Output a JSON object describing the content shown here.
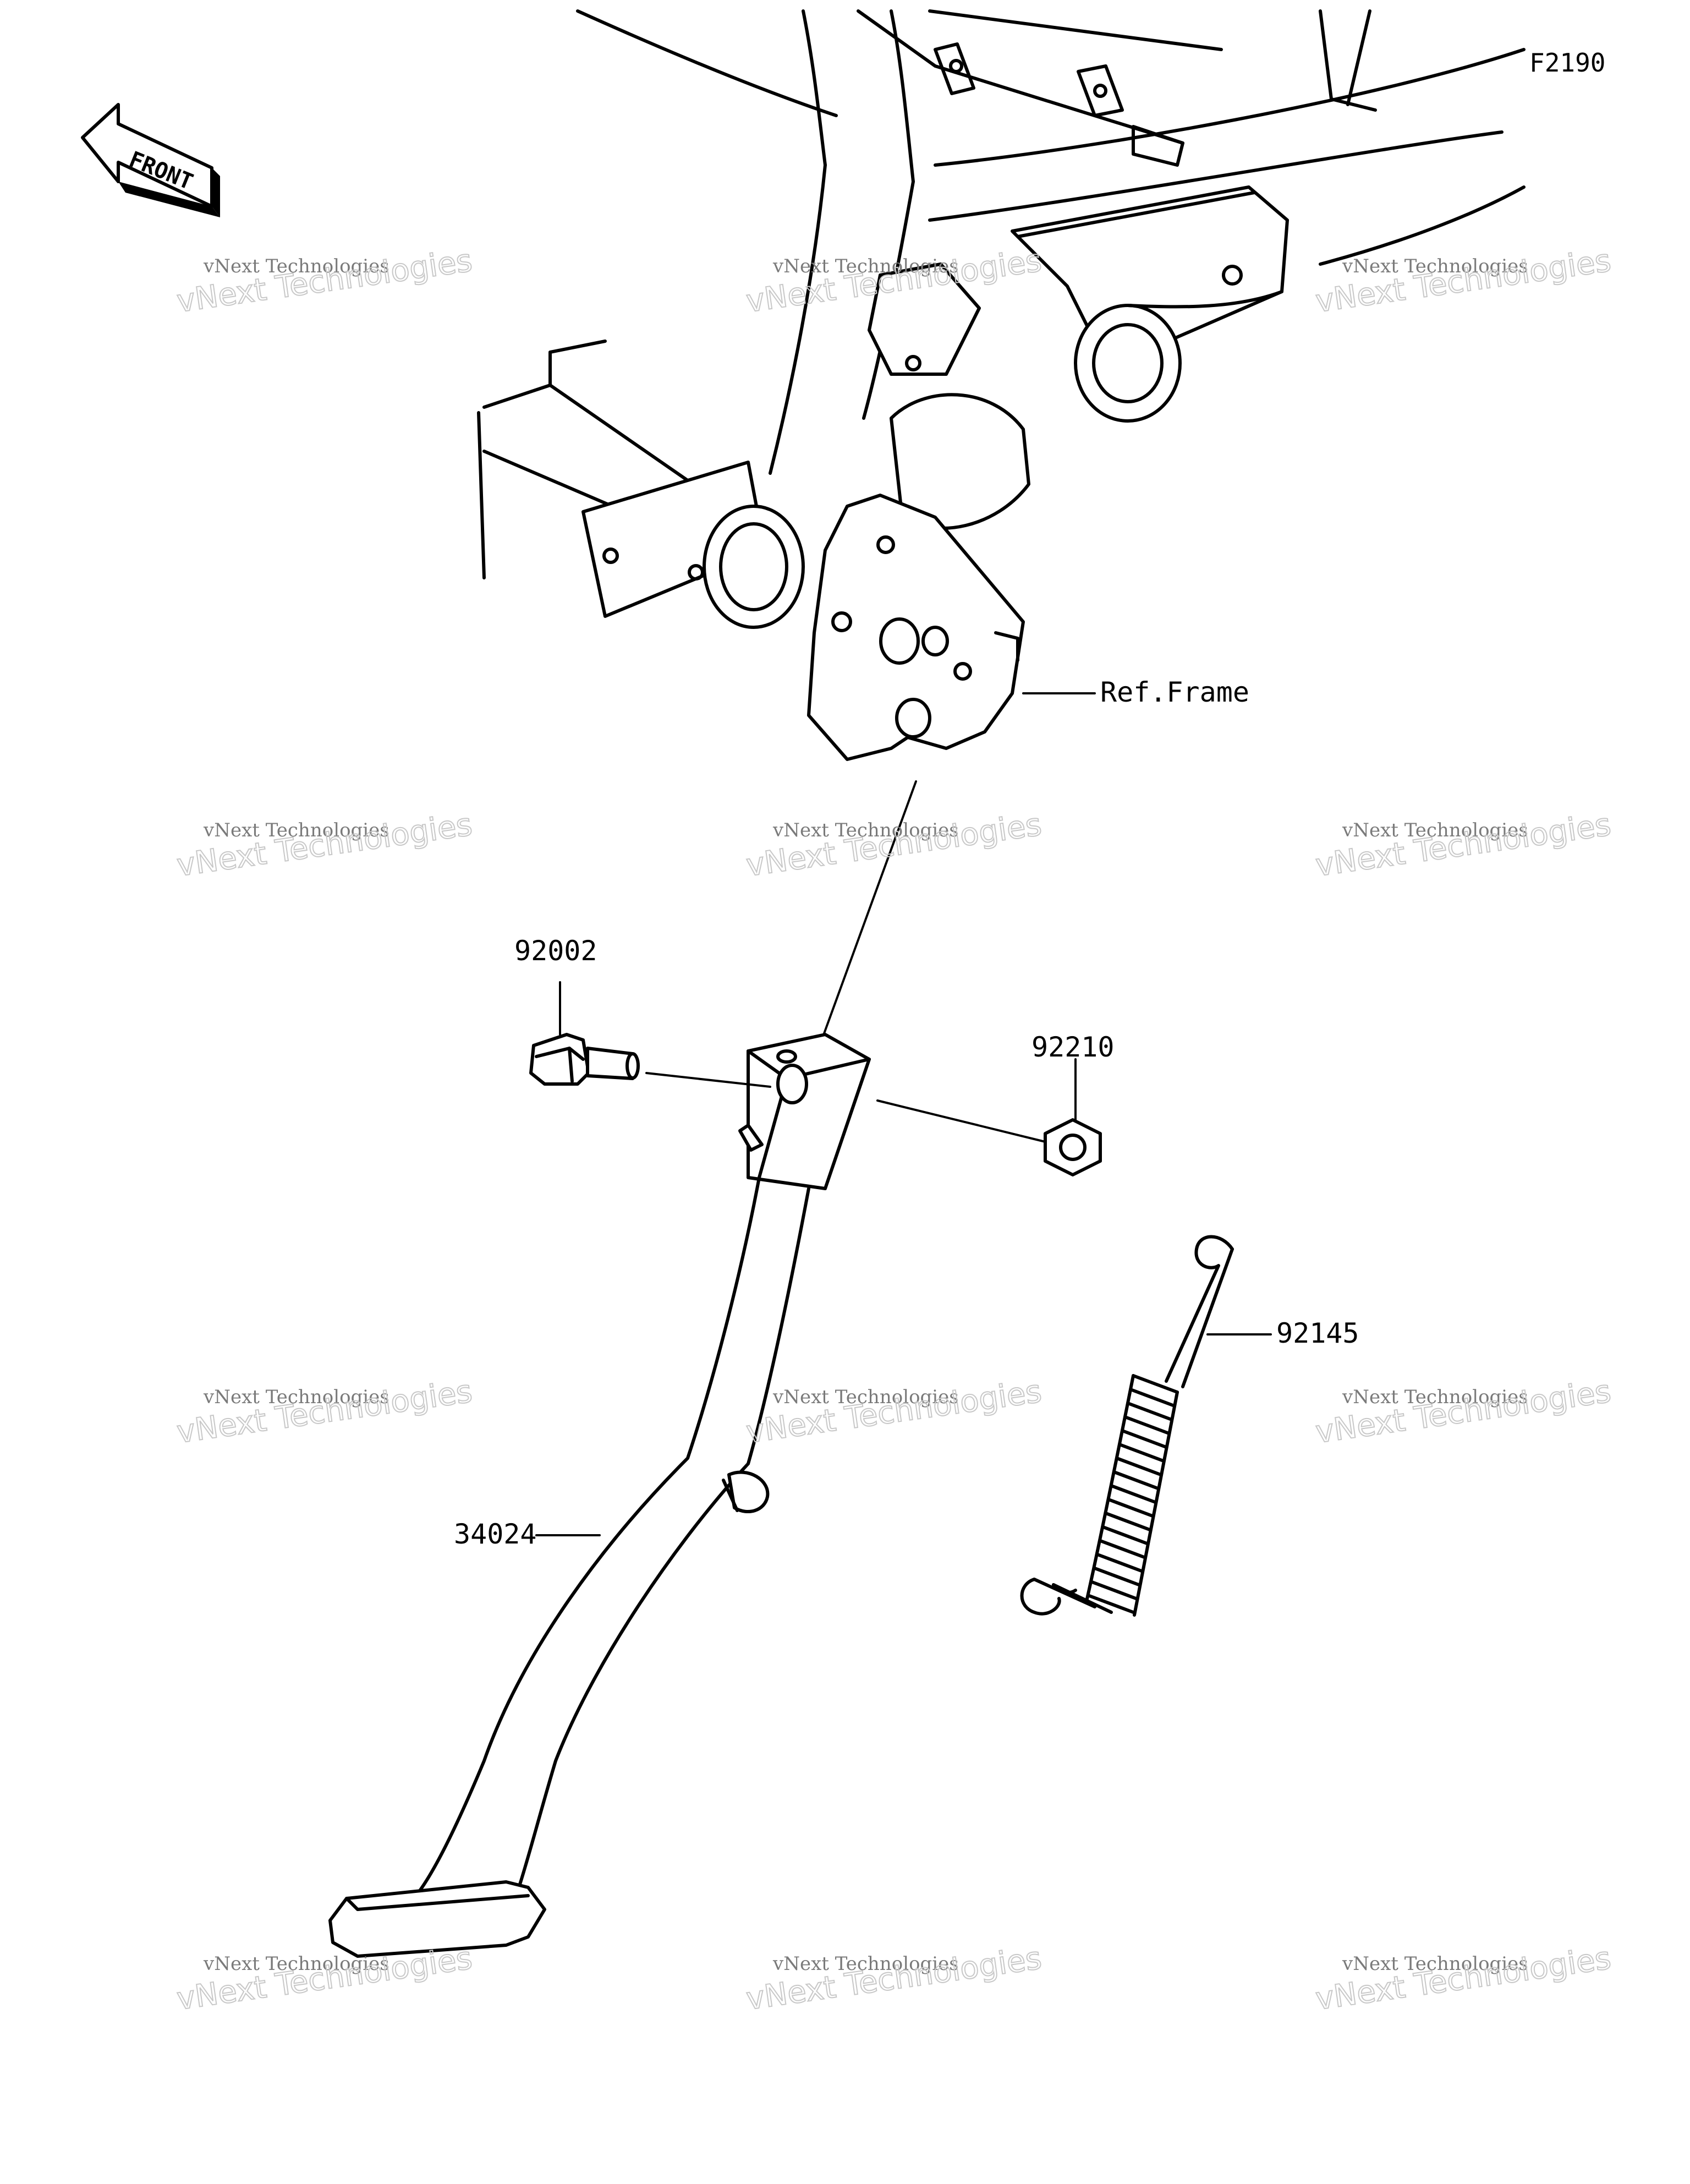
{
  "figure_code": "F2190",
  "front_label": "FRONT",
  "ref_frame_label": "Ref.Frame",
  "parts": [
    {
      "number": "92002"
    },
    {
      "number": "92210"
    },
    {
      "number": "92145"
    },
    {
      "number": "34024"
    }
  ],
  "watermark": {
    "line1": "vNext Technologies",
    "line2": "vNext Technologies"
  }
}
